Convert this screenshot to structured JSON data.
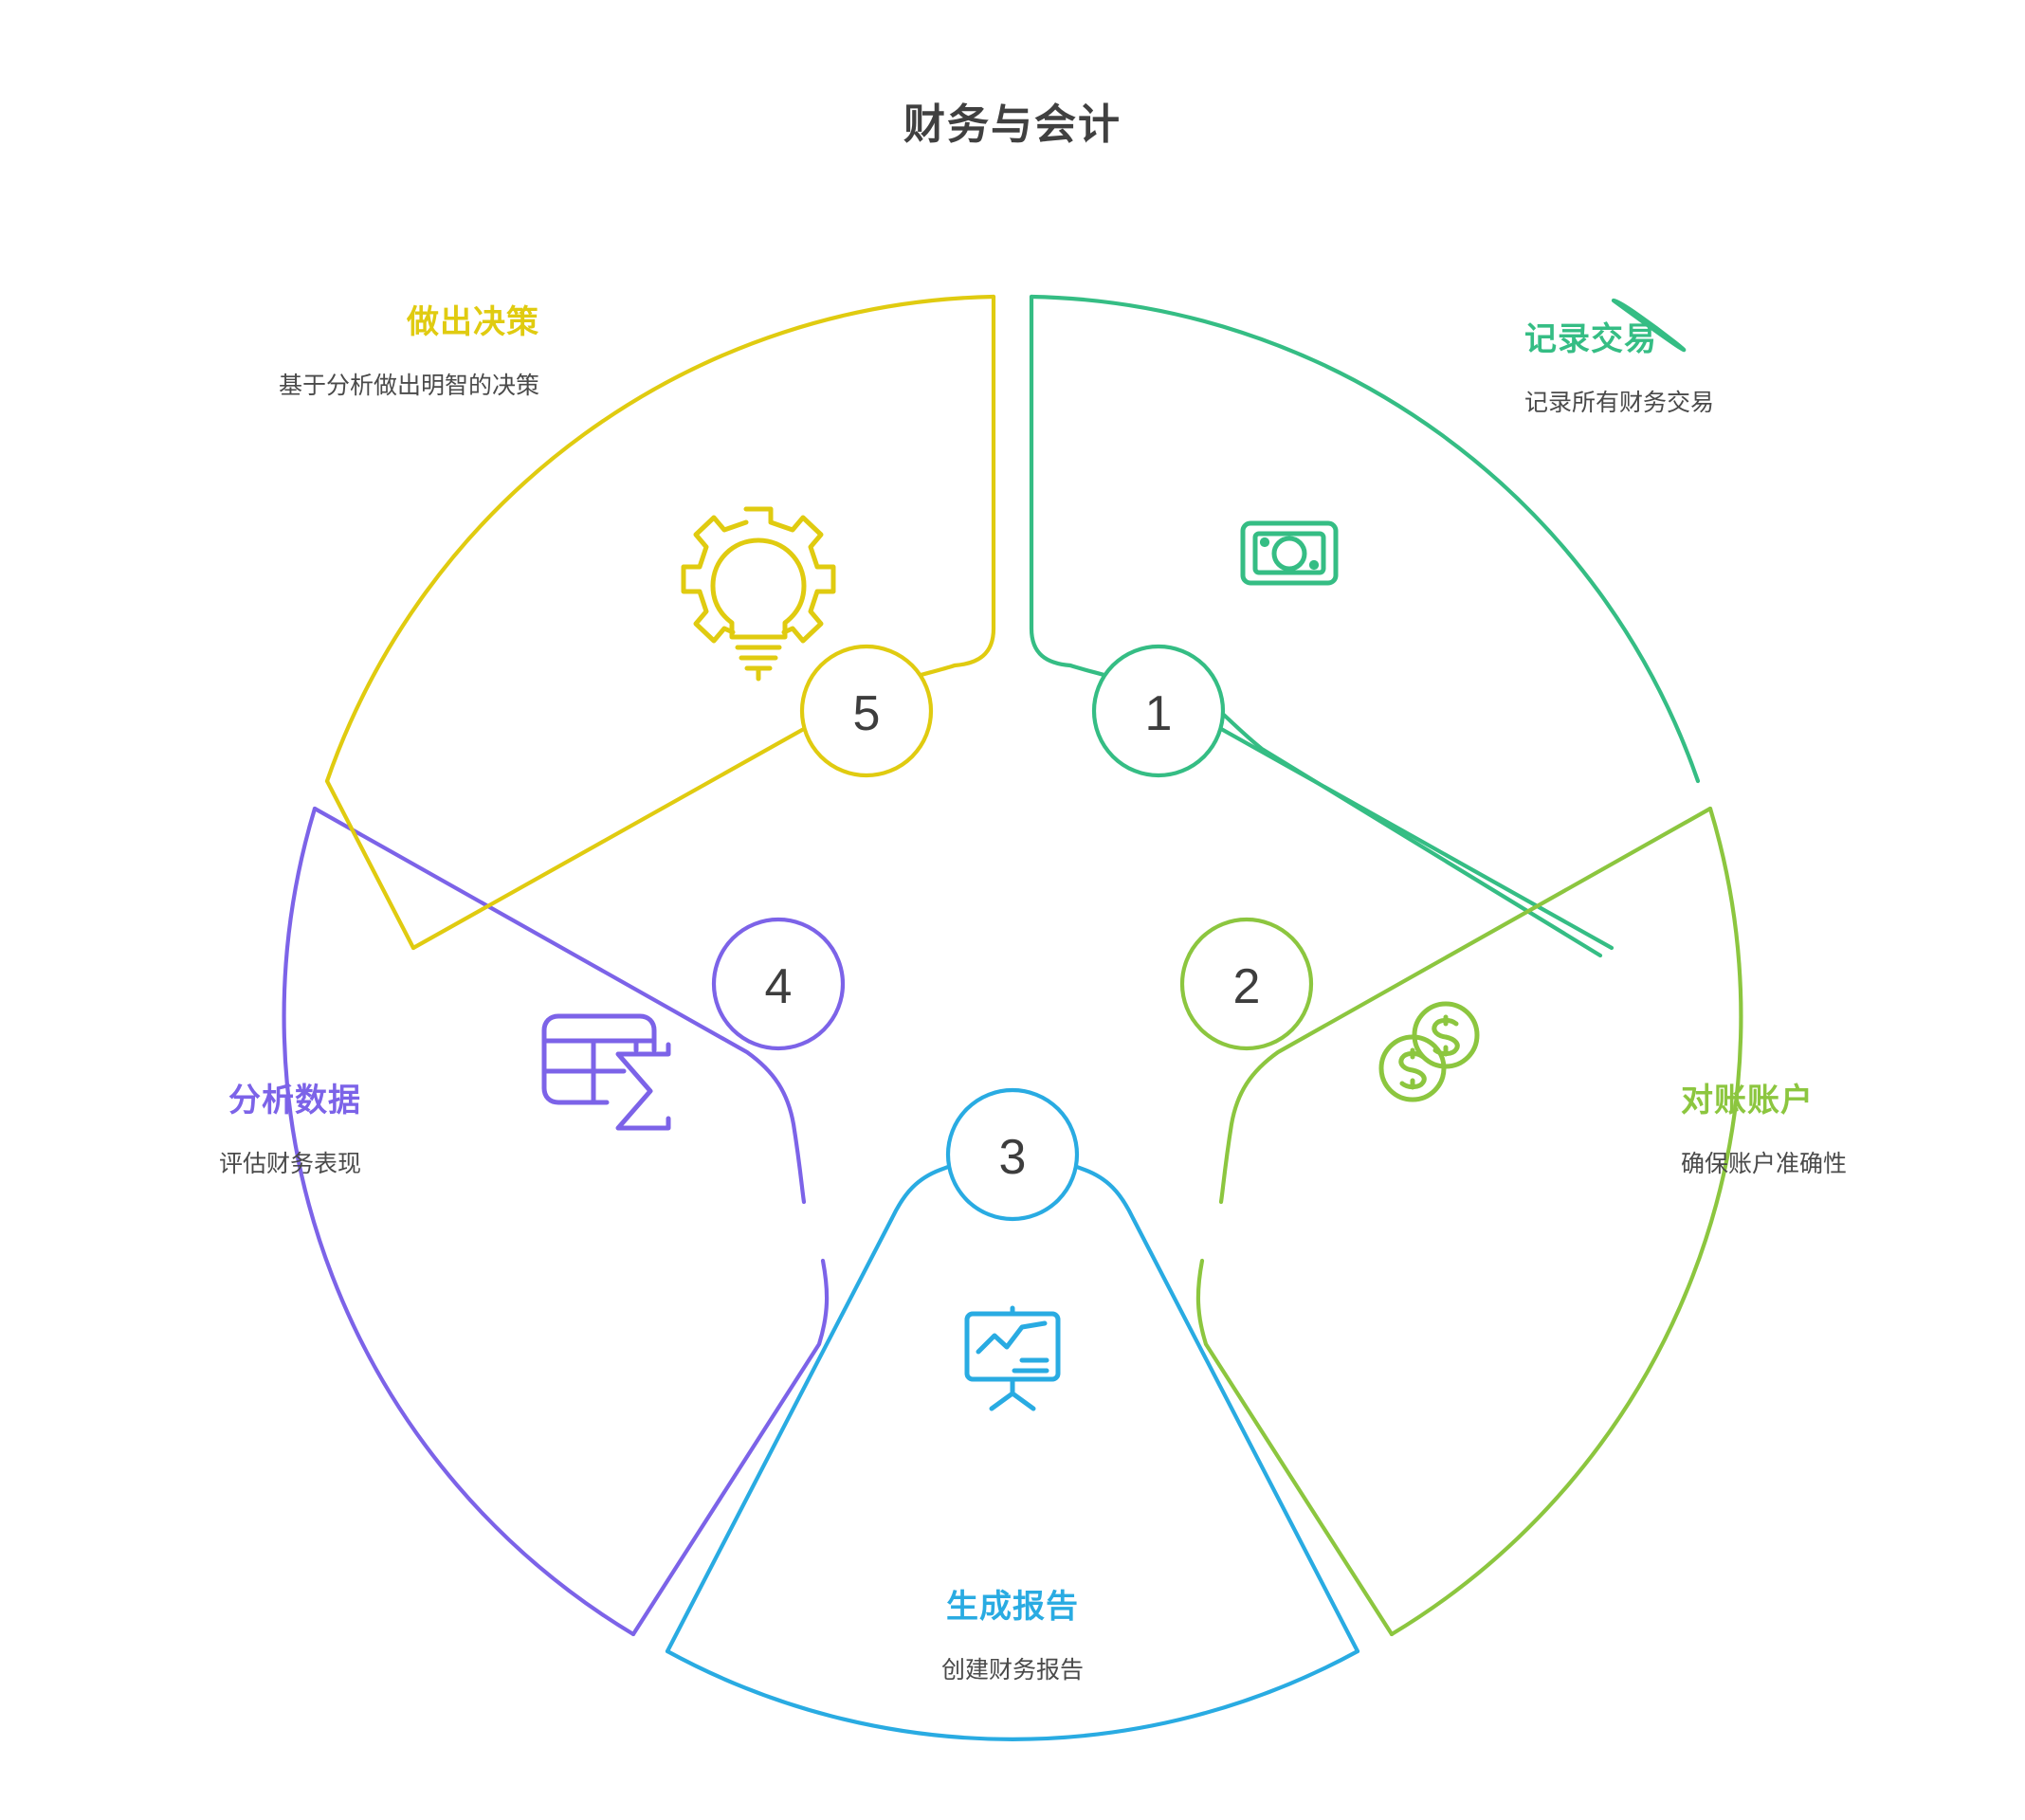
{
  "title": "财务与会计",
  "colors": {
    "record": "#35bd84",
    "reconcile": "#8cc63f",
    "report": "#29abe2",
    "analyze": "#7c63e8",
    "decide": "#e0cb10",
    "number_text": "#3d3d3d",
    "desc_text": "#4a4a4a",
    "title_text": "#404040"
  },
  "diagram": {
    "type": "circular-process",
    "step_count": 5,
    "steps": [
      {
        "number": "1",
        "title": "记录交易",
        "description": "记录所有财务交易",
        "color": "#35bd84",
        "icon": "banknote-icon",
        "label_position": "top-right"
      },
      {
        "number": "2",
        "title": "对账账户",
        "description": "确保账户准确性",
        "color": "#8cc63f",
        "icon": "coins-icon",
        "label_position": "right"
      },
      {
        "number": "3",
        "title": "生成报告",
        "description": "创建财务报告",
        "color": "#29abe2",
        "icon": "presentation-chart-icon",
        "label_position": "bottom"
      },
      {
        "number": "4",
        "title": "分析数据",
        "description": "评估财务表现",
        "color": "#7c63e8",
        "icon": "spreadsheet-sigma-icon",
        "label_position": "left"
      },
      {
        "number": "5",
        "title": "做出决策",
        "description": "基于分析做出明智的决策",
        "color": "#e0cb10",
        "icon": "gear-lightbulb-icon",
        "label_position": "top-left"
      }
    ]
  }
}
